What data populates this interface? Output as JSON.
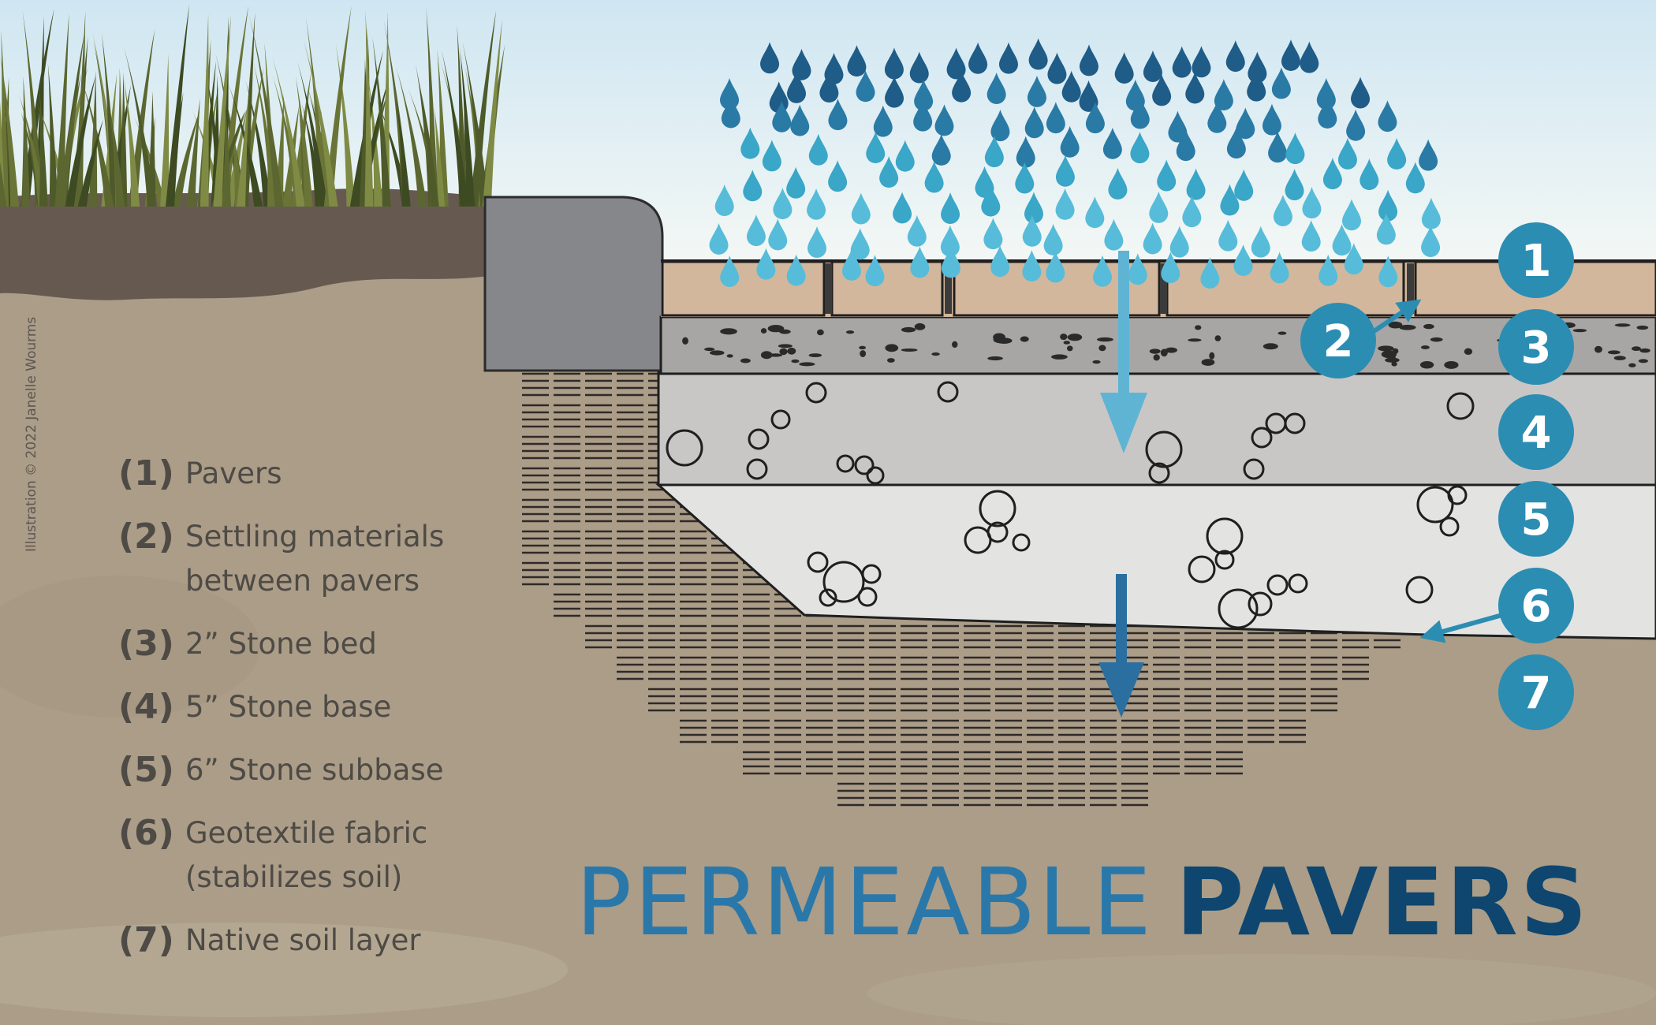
{
  "credit": "Illustration © 2022 Janelle Wourms",
  "title": {
    "light": "PERMEABLE",
    "bold": "PAVERS"
  },
  "legend": [
    {
      "num": "(1)",
      "text": "Pavers"
    },
    {
      "num": "(2)",
      "text": "Settling materials\nbetween pavers"
    },
    {
      "num": "(3)",
      "text": "2” Stone bed"
    },
    {
      "num": "(4)",
      "text": "5” Stone base"
    },
    {
      "num": "(5)",
      "text": "6” Stone subbase"
    },
    {
      "num": "(6)",
      "text": "Geotextile fabric\n(stabilizes soil)"
    },
    {
      "num": "(7)",
      "text": "Native soil layer"
    }
  ],
  "markers": [
    "1",
    "2",
    "3",
    "4",
    "5",
    "6",
    "7"
  ],
  "colors": {
    "sky_top": "#cfe6f2",
    "sky_bottom": "#f2f7f6",
    "soil": "#ab9d88",
    "paver": "#d3b79c",
    "stone_bed": "#a7a6a4",
    "stone_base": "#c8c7c6",
    "stone_subbase": "#e2e2e1",
    "curb": "#86878a",
    "marker": "#2c8db3",
    "rain": "#3aa6c8",
    "title_light": "#2a78aa",
    "title_bold": "#0e466f"
  }
}
